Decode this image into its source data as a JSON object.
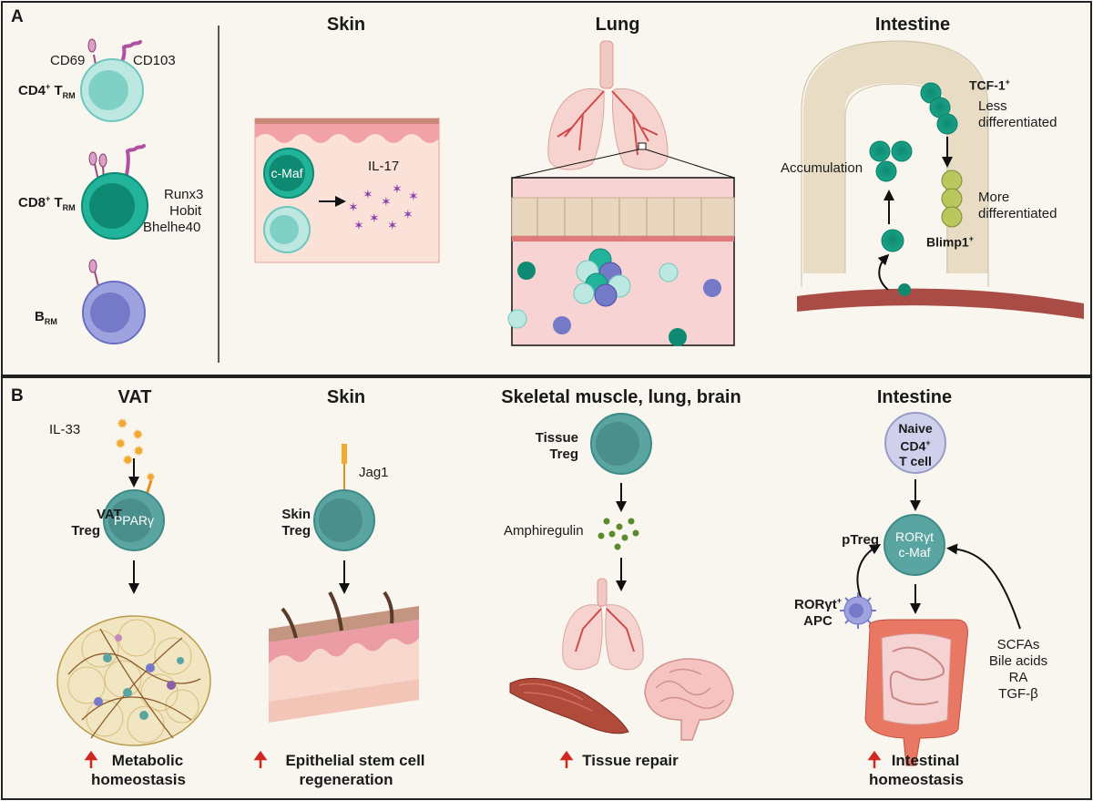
{
  "colors": {
    "panel_bg": "#f8f6ef",
    "border": "#222222",
    "teal": "#1aa68a",
    "teal_dark": "#0b7d66",
    "light_teal": "#b7e6dd",
    "treg": "#5aa4a1",
    "b_cell": "#8c90d3",
    "skin_pink": "#f7c8c4",
    "up_arrow": "#d0281f",
    "blimp_green": "#b9c85e"
  },
  "panel_a": {
    "letter": "A",
    "cells": {
      "cd69": "CD69",
      "cd103": "CD103",
      "cd4_trm": "CD4",
      "cd4_sup": "+",
      "cd4_T": "T",
      "cd4_sub": "RM",
      "cd8_trm": "CD8",
      "cd8_sup": "+",
      "cd8_T": "T",
      "cd8_sub": "RM",
      "tf_lines": [
        "Runx3",
        "Hobit",
        "Bhelhe40"
      ],
      "b_rm": "B",
      "b_sub": "RM"
    },
    "skin": {
      "title": "Skin",
      "cmaf": "c-Maf",
      "il17": "IL-17"
    },
    "lung": {
      "title": "Lung"
    },
    "intestine": {
      "title": "Intestine",
      "tcf": "TCF-1",
      "tcf_sup": "+",
      "less_1": "Less",
      "less_2": "differentiated",
      "accumulation": "Accumulation",
      "more_1": "More",
      "more_2": "differentiated",
      "blimp": "Blimp1",
      "blimp_sup": "+"
    }
  },
  "panel_b": {
    "letter": "B",
    "vat": {
      "title": "VAT",
      "il33": "IL-33",
      "treg_1": "VAT",
      "treg_2": "Treg",
      "pparg": "PPARγ",
      "out_1": "Metabolic",
      "out_2": "homeostasis"
    },
    "skin": {
      "title": "Skin",
      "jag1": "Jag1",
      "treg_1": "Skin",
      "treg_2": "Treg",
      "out_1": "Epithelial stem cell",
      "out_2": "regeneration"
    },
    "muscle": {
      "title": "Skeletal muscle, lung, brain",
      "treg_1": "Tissue",
      "treg_2": "Treg",
      "amphi": "Amphiregulin",
      "out_1": "Tissue repair"
    },
    "intestine": {
      "title": "Intestine",
      "naive_1": "Naive",
      "naive_2": "CD4",
      "naive_sup": "+",
      "naive_3": "T cell",
      "ptreg": "pTreg",
      "rorgt_1": "RORγt",
      "rorgt_2": "c-Maf",
      "apc_1": "RORγt",
      "apc_sup": "+",
      "apc_2": "APC",
      "factors": [
        "SCFAs",
        "Bile acids",
        "RA",
        "TGF-β"
      ],
      "out_1": "Intestinal",
      "out_2": "homeostasis"
    }
  }
}
